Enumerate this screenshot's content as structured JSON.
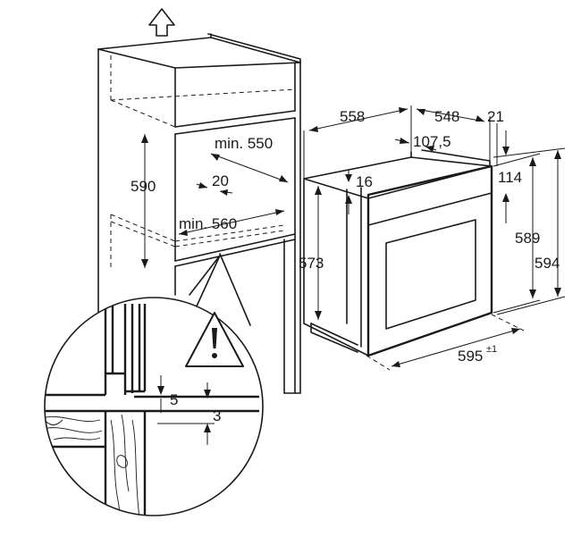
{
  "dimensions": {
    "d558": "558",
    "d548": "548",
    "d21": "21",
    "d107_5": "107,5",
    "d114": "114",
    "d16": "16",
    "d589": "589",
    "d594": "594",
    "d573": "573",
    "d595": "595",
    "d595_tol": "±1",
    "min550": "min. 550",
    "min560": "min. 560",
    "d20": "20",
    "d590": "590",
    "d5": "5",
    "d3": "3"
  },
  "icons": {
    "warning": "warning-triangle-icon",
    "up_arrow": "ventilation-up-arrow-icon"
  }
}
